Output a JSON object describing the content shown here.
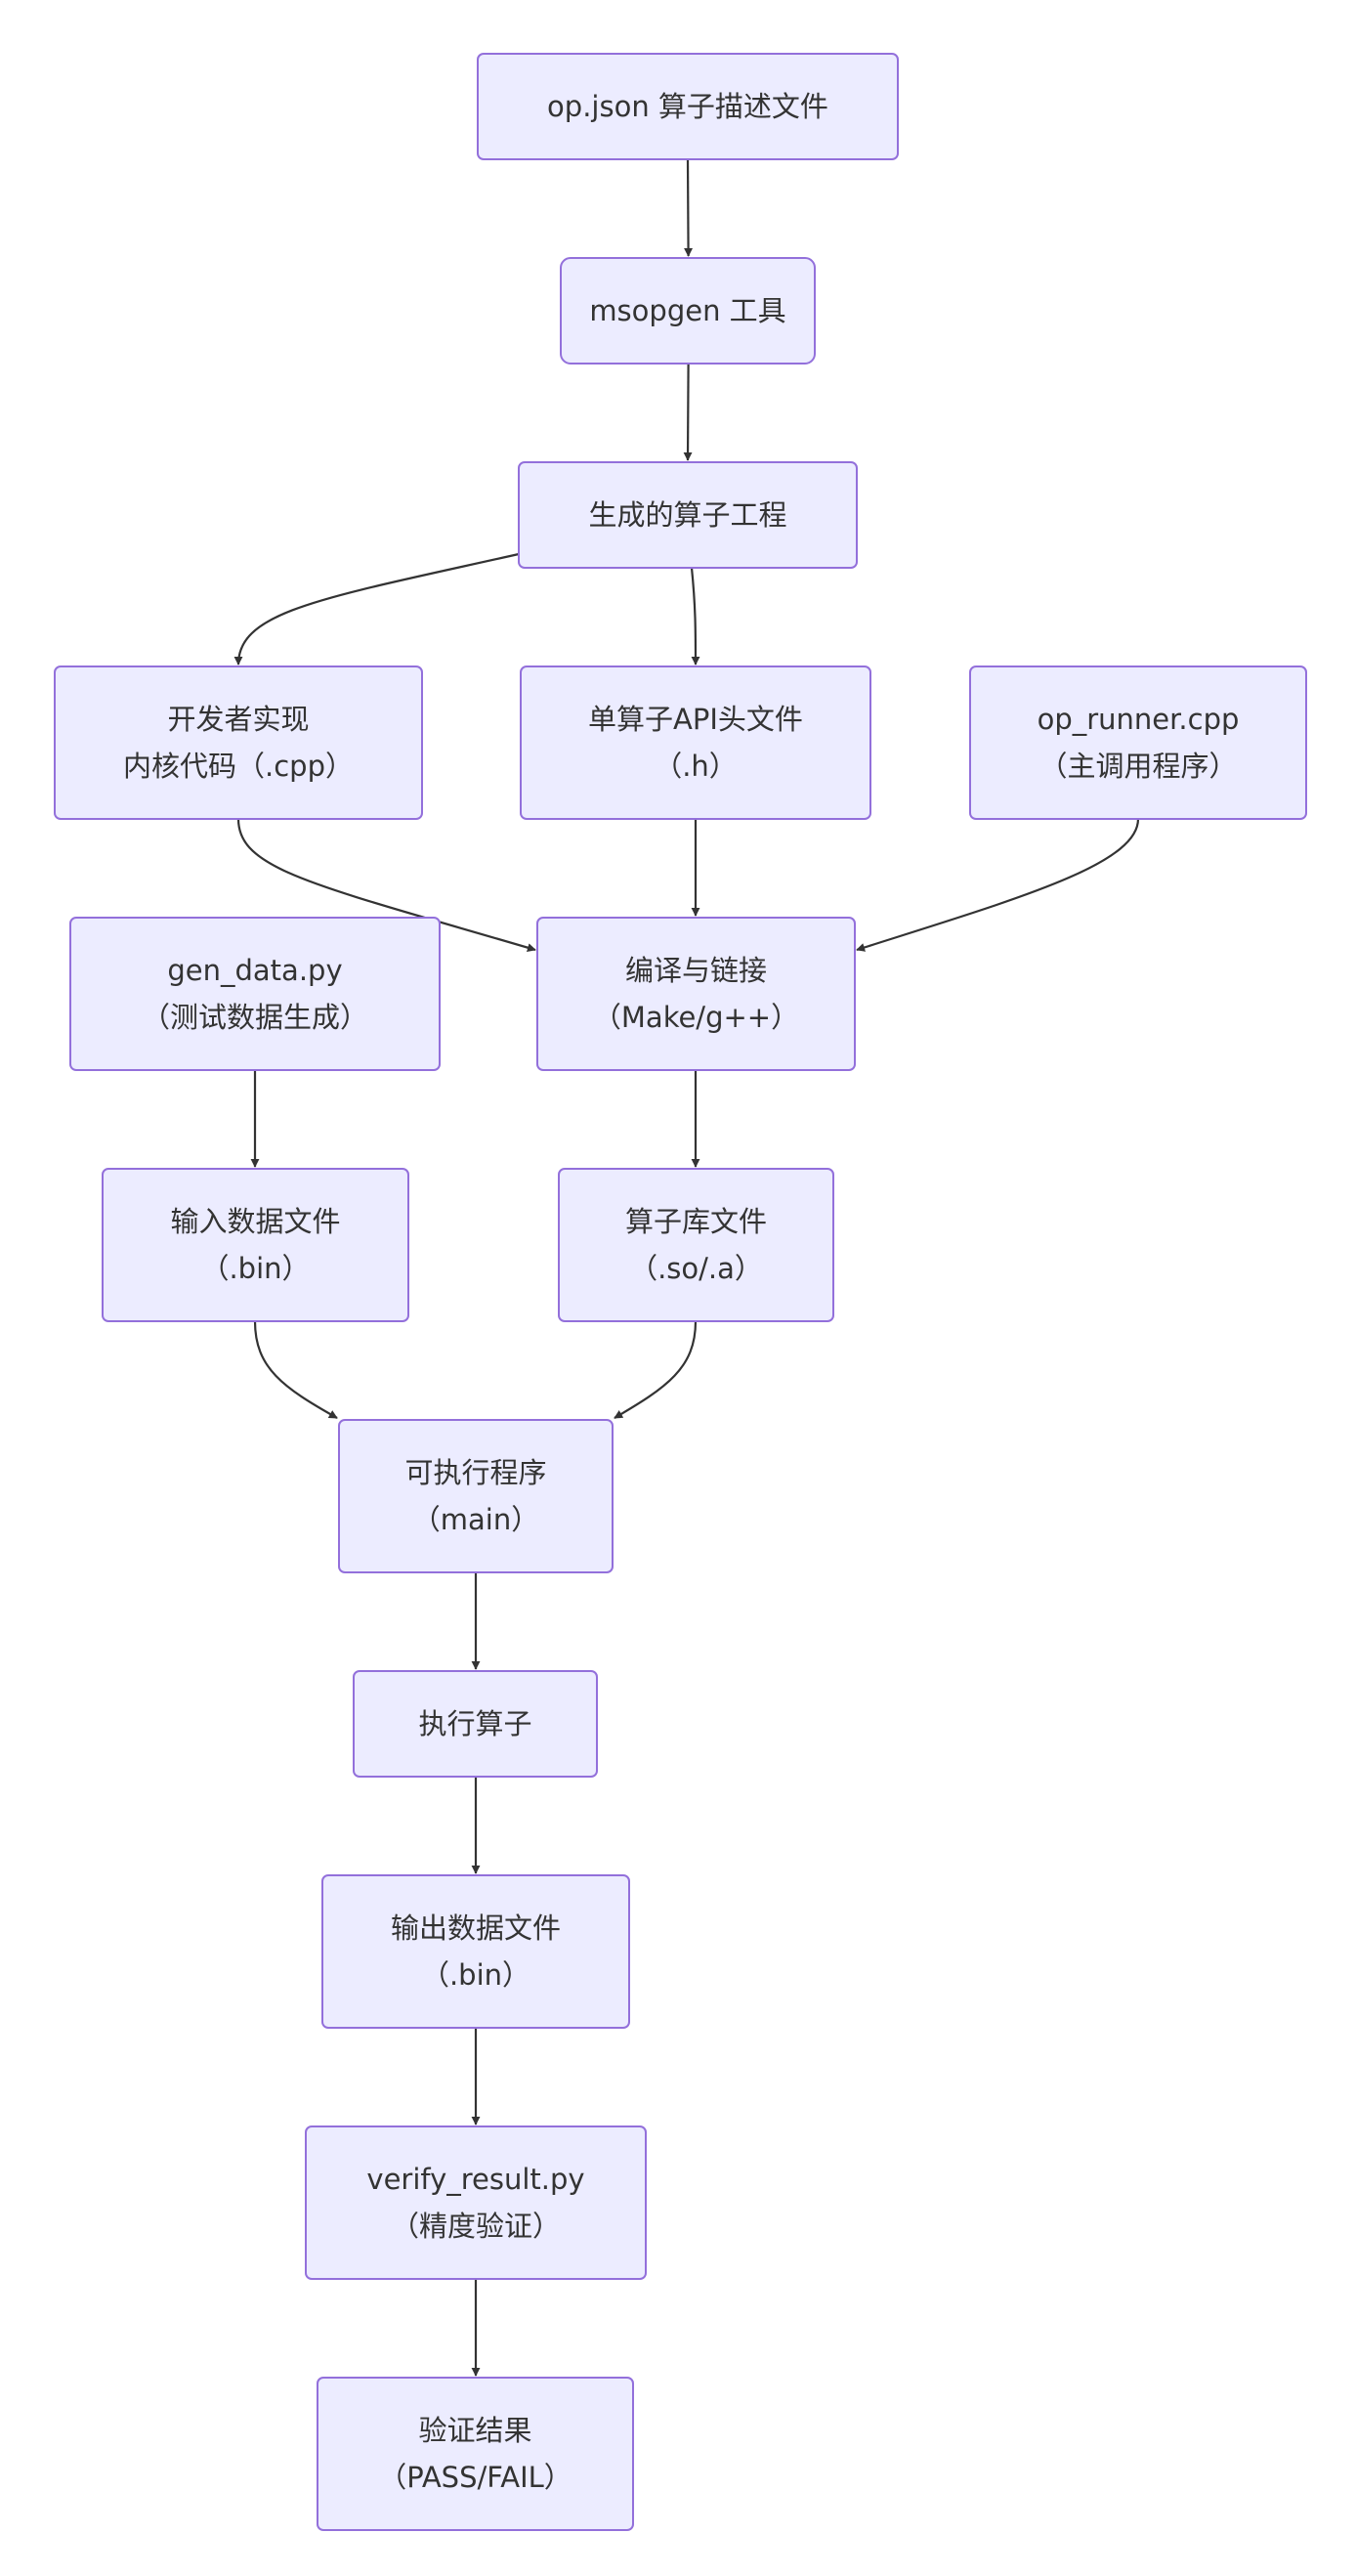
{
  "diagram": {
    "nodes": [
      {
        "id": "opjson",
        "lines": [
          "op.json 算子描述文件"
        ]
      },
      {
        "id": "msopgen",
        "lines": [
          "msopgen 工具"
        ]
      },
      {
        "id": "project",
        "lines": [
          "生成的算子工程"
        ]
      },
      {
        "id": "kernel",
        "lines": [
          "开发者实现",
          "内核代码（.cpp）"
        ]
      },
      {
        "id": "header",
        "lines": [
          "单算子API头文件",
          "（.h）"
        ]
      },
      {
        "id": "runner",
        "lines": [
          "op_runner.cpp",
          "（主调用程序）"
        ]
      },
      {
        "id": "gendata",
        "lines": [
          "gen_data.py",
          "（测试数据生成）"
        ]
      },
      {
        "id": "compile",
        "lines": [
          "编译与链接",
          "（Make/g++）"
        ]
      },
      {
        "id": "inputbin",
        "lines": [
          "输入数据文件",
          "（.bin）"
        ]
      },
      {
        "id": "oplib",
        "lines": [
          "算子库文件",
          "（.so/.a）"
        ]
      },
      {
        "id": "exe",
        "lines": [
          "可执行程序",
          "（main）"
        ]
      },
      {
        "id": "run",
        "lines": [
          "执行算子"
        ]
      },
      {
        "id": "outputbin",
        "lines": [
          "输出数据文件",
          "（.bin）"
        ]
      },
      {
        "id": "verify",
        "lines": [
          "verify_result.py",
          "（精度验证）"
        ]
      },
      {
        "id": "result",
        "lines": [
          "验证结果",
          "（PASS/FAIL）"
        ]
      }
    ],
    "edges": [
      {
        "from": "opjson",
        "to": "msopgen"
      },
      {
        "from": "msopgen",
        "to": "project"
      },
      {
        "from": "project",
        "to": "kernel"
      },
      {
        "from": "project",
        "to": "header"
      },
      {
        "from": "kernel",
        "to": "compile"
      },
      {
        "from": "header",
        "to": "compile"
      },
      {
        "from": "runner",
        "to": "compile"
      },
      {
        "from": "gendata",
        "to": "inputbin"
      },
      {
        "from": "compile",
        "to": "oplib"
      },
      {
        "from": "inputbin",
        "to": "exe"
      },
      {
        "from": "oplib",
        "to": "exe"
      },
      {
        "from": "exe",
        "to": "run"
      },
      {
        "from": "run",
        "to": "outputbin"
      },
      {
        "from": "outputbin",
        "to": "verify"
      },
      {
        "from": "verify",
        "to": "result"
      }
    ]
  }
}
